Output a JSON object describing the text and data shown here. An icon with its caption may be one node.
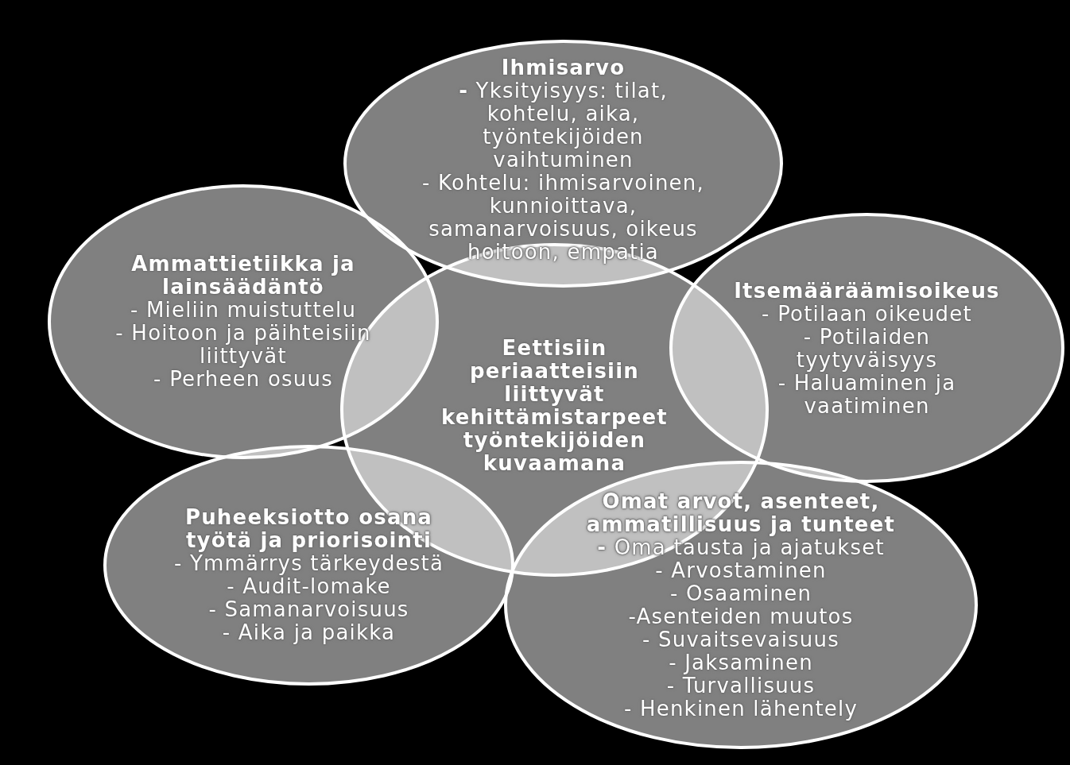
{
  "diagram": {
    "nodes": [
      {
        "text": [
          "Ihmisarvo",
          "**-** Yksityisyys: tilat, kohtelu, aika, työntekijöiden vaihtuminen",
          "- Kohtelu: ihmisarvoinen, kunnioittava, samanarvoisuus, oikeus hoitoon, empatia"
        ]
      },
      {
        "text": [
          "Ammattietiikka ja lainsäädäntö",
          "- Mieliin muistuttelu",
          "- Hoitoon ja päihteisiin liittyvät",
          "- Perheen osuus"
        ]
      },
      {
        "text": [
          "Itsemääräämisoikeus",
          "- Potilaan oikeudet",
          "- Potilaiden tyytyväisyys",
          "- Haluaminen ja vaatiminen"
        ]
      },
      {
        "text": [
          "Eettisiin periaatteisiin liittyvät kehittämistarpeet työntekijöiden kuvaamana"
        ]
      },
      {
        "text": [
          "Puheeksiotto osana työtä ja priorisointi",
          "- Ymmärrys tärkeydestä",
          "- Audit-lomake",
          "- Samanarvoisuus",
          "- Aika ja paikka"
        ]
      },
      {
        "text": [
          "Omat arvot, asenteet, ammatillisuus ja tunteet",
          "**-** Oma tausta ja ajatukset",
          "- Arvostaminen",
          "- Osaaminen",
          "-Asenteiden muutos",
          "- Suvaitsevaisuus",
          "- Jaksaminen",
          "- Turvallisuus",
          "- Henkinen lähentely"
        ]
      }
    ]
  }
}
